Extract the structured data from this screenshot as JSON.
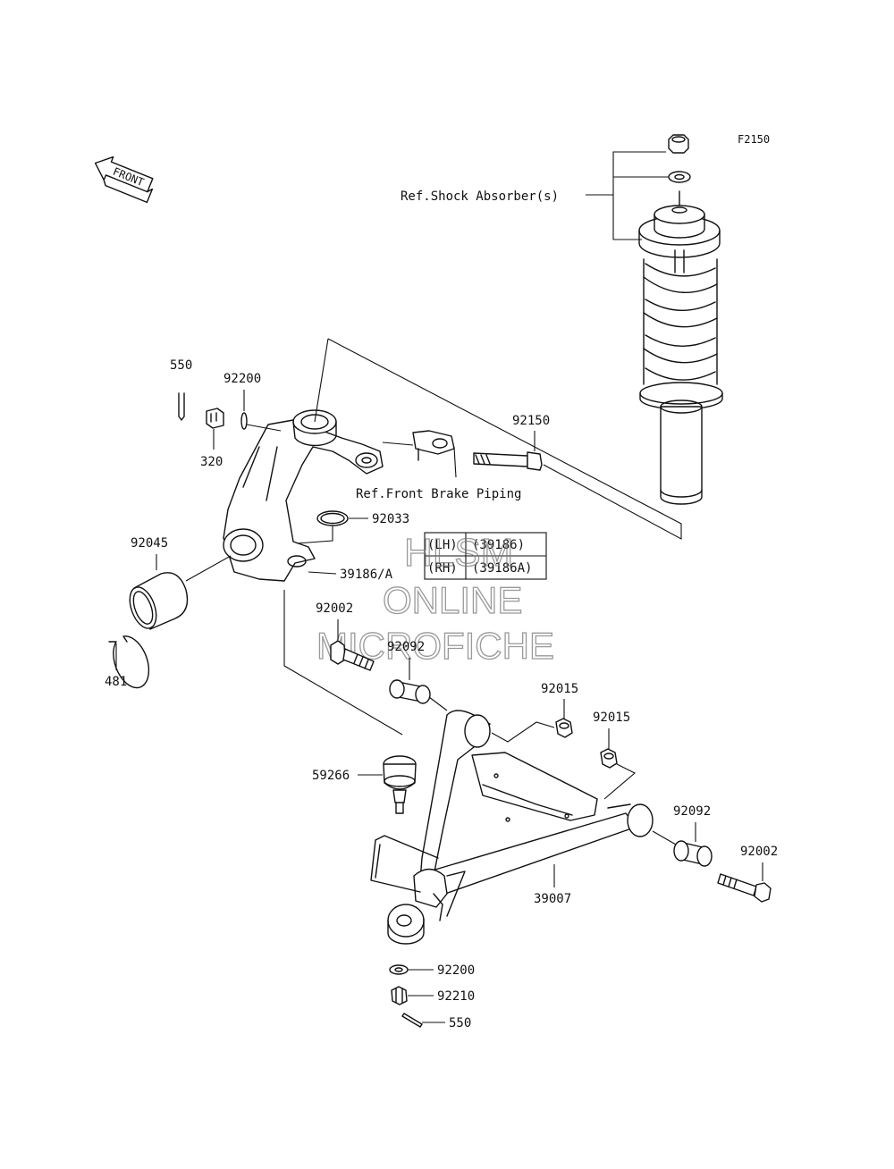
{
  "figure_code": "F2150",
  "direction_badge": "FRONT",
  "references": {
    "shock_absorber": "Ref.Shock Absorber(s)",
    "front_brake_piping": "Ref.Front Brake Piping"
  },
  "parts": {
    "cotter_pin_top": "550",
    "washer_top": "92200",
    "nut_320": "320",
    "bolt_92150": "92150",
    "collar_92045": "92045",
    "snap_ring": "481",
    "o_ring": "92033",
    "knuckle": "39186/A",
    "bolt_92002_left": "92002",
    "bushing_92092_left": "92092",
    "nut_92015_a": "92015",
    "nut_92015_b": "92015",
    "ball_joint": "59266",
    "bushing_92092_right": "92092",
    "bolt_92002_right": "92002",
    "a_arm": "39007",
    "washer_bottom": "92200",
    "nut_bottom": "92210",
    "cotter_pin_bottom": "550"
  },
  "side_table": [
    {
      "side": "(LH)",
      "part": "(39186)"
    },
    {
      "side": "(RH)",
      "part": "(39186A)"
    }
  ],
  "watermark": {
    "line1": "HLSM",
    "line2": "ONLINE",
    "line3": "MICROFICHE"
  }
}
